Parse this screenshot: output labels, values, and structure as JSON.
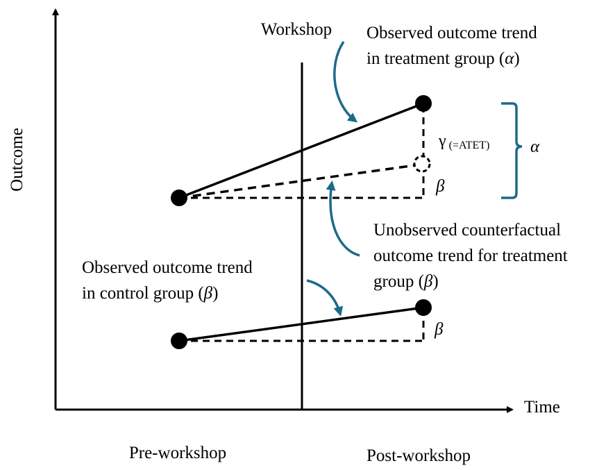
{
  "axes": {
    "y_label": "Outcome",
    "x_label": "Time"
  },
  "periods": {
    "pre": "Pre-workshop",
    "post": "Post-workshop"
  },
  "intervention": {
    "label": "Workshop"
  },
  "annotations": {
    "treatment_trend": {
      "line1": "Observed outcome trend",
      "line2_prefix": "in treatment group (",
      "symbol": "α",
      "suffix": ")"
    },
    "counterfactual_trend": {
      "line1": "Unobserved counterfactual",
      "line2": "outcome trend for treatment",
      "line3_prefix": "group (",
      "symbol": "β",
      "suffix": ")"
    },
    "control_trend": {
      "line1": "Observed outcome trend",
      "line2_prefix": "in control group (",
      "symbol": "β",
      "suffix": ")"
    },
    "gamma": {
      "symbol": "γ",
      "note": "(=ATET)"
    },
    "alpha_brace": "α",
    "beta_treatment": "β",
    "beta_control": "β"
  },
  "colors": {
    "ink": "#000000",
    "arrow_accent": "#1d6a8a"
  }
}
